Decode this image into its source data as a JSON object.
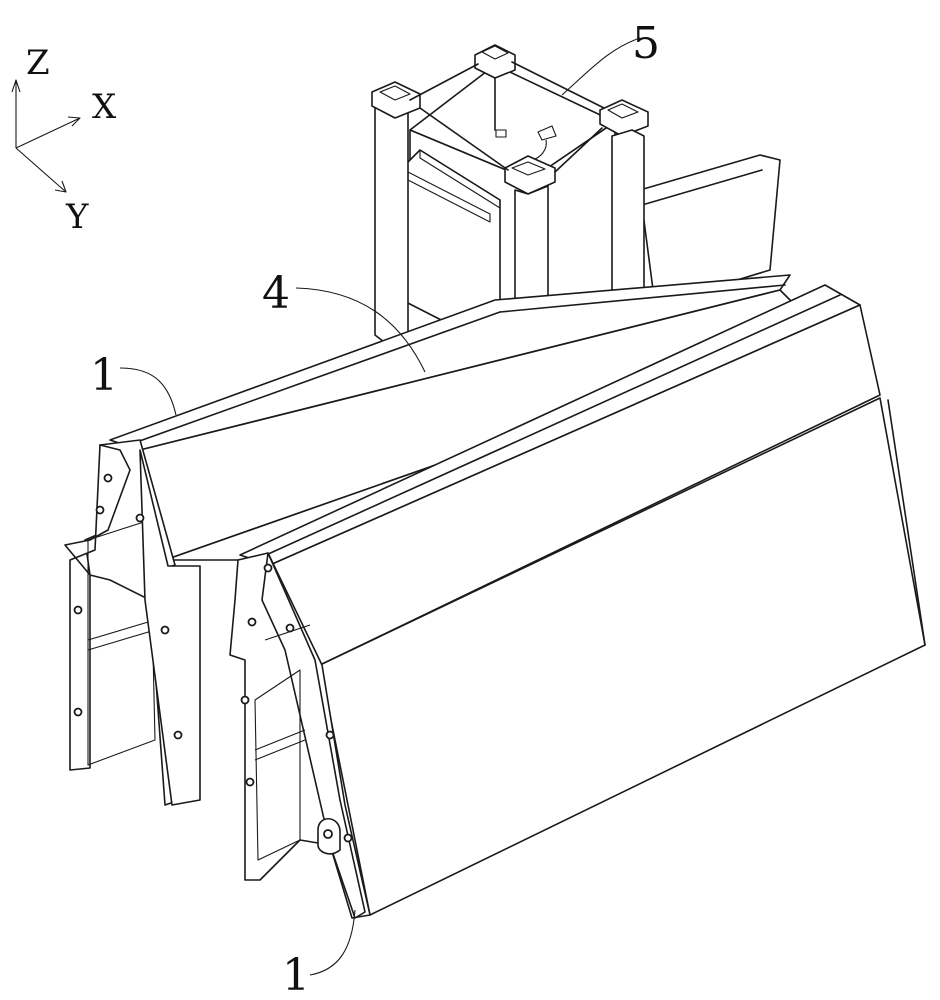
{
  "axes": {
    "z": "Z",
    "x": "X",
    "y": "Y"
  },
  "labels": {
    "part_1_upper": "1",
    "part_1_lower": "1",
    "part_4": "4",
    "part_5": "5"
  }
}
